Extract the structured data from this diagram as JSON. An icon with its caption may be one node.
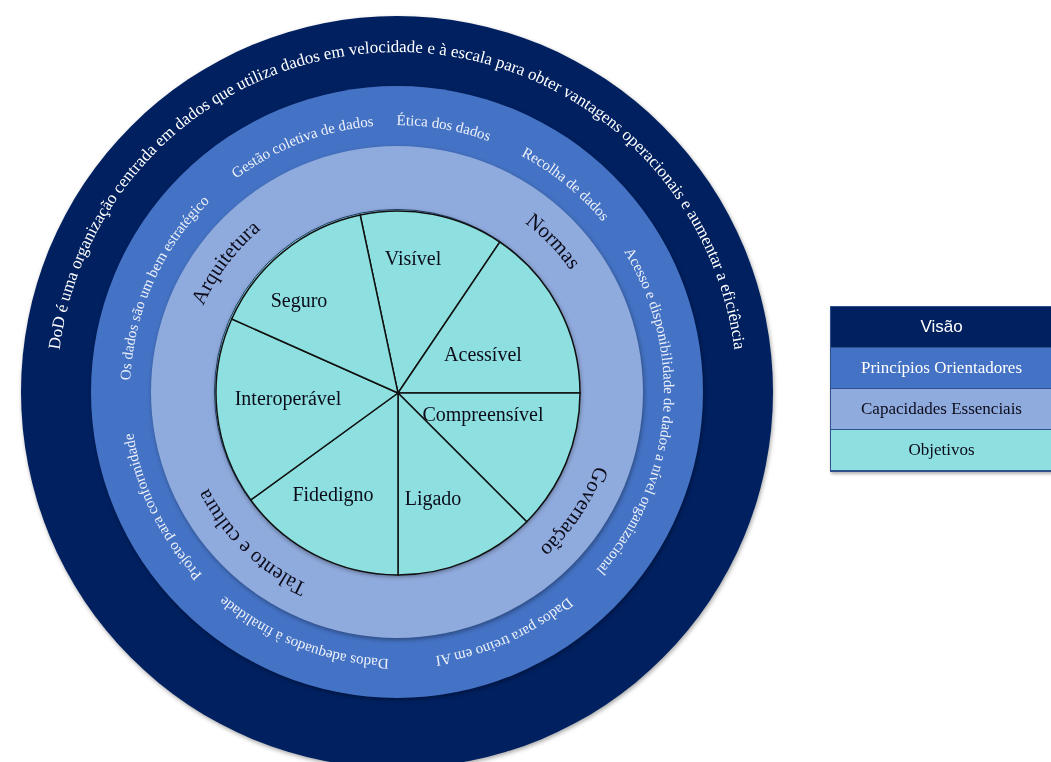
{
  "diagram": {
    "nodes": [
      {
        "text": [],
        "shape": "circle"
      },
      {
        "text": [],
        "shape": "circle",
        "in": 0
      },
      {
        "text": [],
        "shape": "circle",
        "in": 1
      },
      {
        "text": [],
        "shape": "circle",
        "in": 2
      },
      {
        "text": [
          "Visível"
        ],
        "in": 3
      },
      {
        "text": [
          "Acessível"
        ],
        "in": 3
      },
      {
        "text": [
          "Compreensível"
        ],
        "in": 3
      },
      {
        "text": [
          "Ligado"
        ],
        "in": 3
      },
      {
        "text": [
          "Fidedigno"
        ],
        "in": 3
      },
      {
        "text": [
          "Interoperável"
        ],
        "in": 3
      },
      {
        "text": [
          "Seguro"
        ],
        "in": 3
      }
    ],
    "labels": [
      "DoD é uma organização centrada em dados que utiliza dados em velocidade e à escala para obter vantagens operacionais e aumentar a eficiência",
      "Os dados são um bem estratégico",
      "Gestão coletiva de dados",
      "Ética dos dados",
      "Recolha de dados",
      "Acesso e disponibilidade de dados a nível organizacional",
      "Dados para treino em AI",
      "Dados adequados à finalidade",
      "Projeto para conformidade",
      "Arquitetura",
      "Normas",
      "Governação",
      "Talento e cultura"
    ],
    "legend": [
      {
        "text": "Visão",
        "color": "#002060"
      },
      {
        "text": "Princípios Orientadores",
        "color": "#4472c4"
      },
      {
        "text": "Capacidades Essenciais",
        "color": "#8faadc"
      },
      {
        "text": "Objetivos",
        "color": "#8ee0e0"
      }
    ]
  }
}
